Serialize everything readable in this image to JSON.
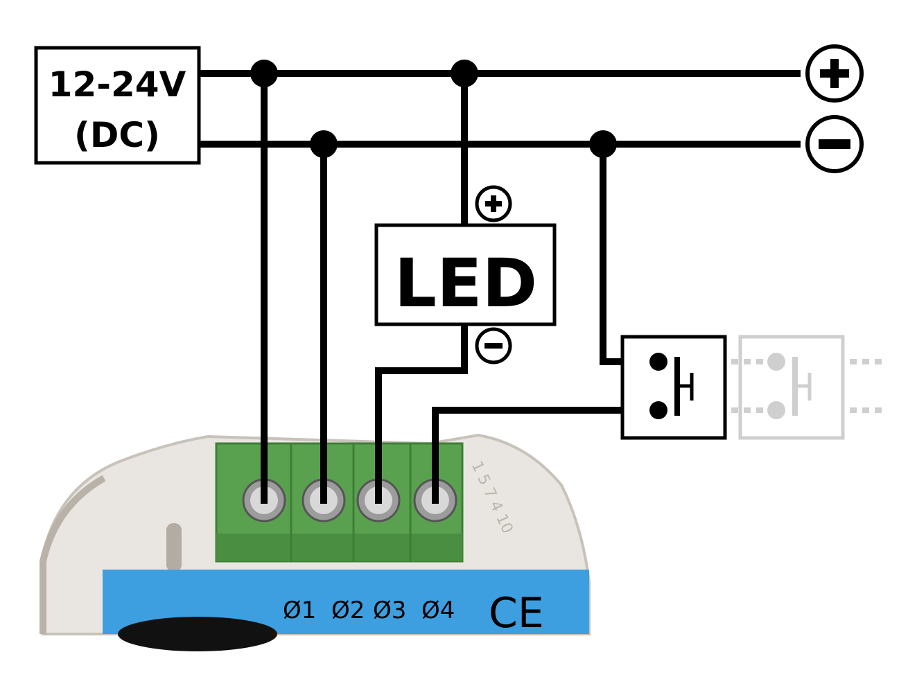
{
  "power_supply": {
    "line1": "12-24V",
    "line2": "(DC)"
  },
  "rails": {
    "plus_symbol": "+",
    "minus_symbol": "−"
  },
  "led": {
    "label": "LED",
    "plus_symbol": "+",
    "minus_symbol": "−"
  },
  "device": {
    "terminals": [
      "Ø1",
      "Ø2",
      "Ø3",
      "Ø4"
    ],
    "ce_mark": "CE",
    "case_marks": "1 5 7 4 10"
  },
  "colors": {
    "wire": "#000000",
    "device_body": "#e9e6e1",
    "device_shadow": "#c8c2ba",
    "terminal_block": "#5aa14f",
    "terminal_block_dark": "#3f7e37",
    "label_blue": "#3d9fe0",
    "ghost_button": "#cfcfcf"
  }
}
